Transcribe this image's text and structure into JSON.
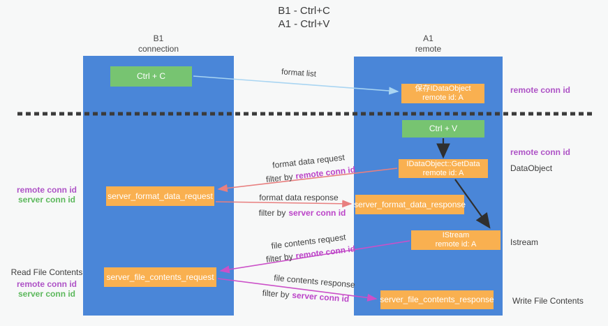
{
  "title": {
    "line1": "B1 - Ctrl+C",
    "line2": "A1 - Ctrl+V"
  },
  "columns": {
    "left": {
      "name": "B1",
      "subtitle": "connection"
    },
    "right": {
      "name": "A1",
      "subtitle": "remote"
    }
  },
  "boxes": {
    "ctrl_c": "Ctrl + C",
    "ctrl_v": "Ctrl + V",
    "save_dataobject_line1": "保存IDataObject",
    "save_dataobject_line2": "remote id: A",
    "getdata_line1": "IDataObject::GetData",
    "getdata_line2": "remote id: A",
    "istream_line1": "IStream",
    "istream_line2": "remote id: A",
    "server_format_data_request": "server_format_data_request",
    "server_format_data_response": "server_format_data_response",
    "server_file_contents_request": "server_file_contents_request",
    "server_file_contents_response": "server_file_contents_response"
  },
  "flow_labels": {
    "format_list": "format list",
    "format_data_request": "format data request",
    "format_data_response": "format data response",
    "file_contents_request": "file contents request",
    "file_contents_response": "file contents response",
    "filter_by": "filter by",
    "remote_conn_id": "remote conn id",
    "server_conn_id": "server conn id"
  },
  "side_labels": {
    "left_top_remote": "remote conn id",
    "left_top_server": "server conn id",
    "read_file_contents": "Read File Contents",
    "left_bottom_remote": "remote conn id",
    "left_bottom_server": "server conn id",
    "right_remote_1": "remote conn id",
    "right_remote_2": "remote conn id",
    "dataobject": "DataObject",
    "istream": "Istream",
    "write_file_contents": "Write File Contents"
  },
  "colors": {
    "column-blue": "#4a86d8",
    "box-orange": "#f9b050",
    "box-green": "#77c471",
    "arrow-blue": "#a9d5f2",
    "arrow-salmon": "#e87f7f",
    "arrow-magenta": "#cb50c8",
    "arrow-black": "#2f2f2f",
    "text-purple": "#ae53c6",
    "text-green": "#5cb85c",
    "text-magenta": "#bb44c8",
    "dash-gray": "#3b3b3b",
    "bg": "#f7f8f8"
  }
}
